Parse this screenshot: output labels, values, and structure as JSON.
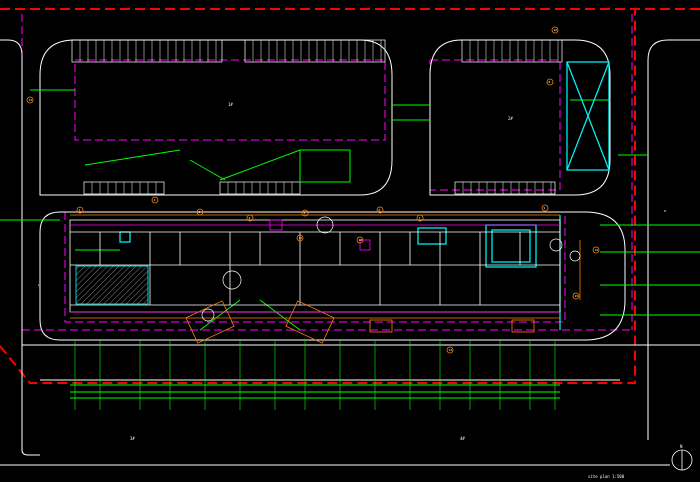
{
  "drawing": {
    "title": "site plan 1:500",
    "colors": {
      "background": "#000000",
      "outline": "#ffffff",
      "boundary": "#ff0000",
      "dashed_magenta": "#ff00ff",
      "green": "#00ff00",
      "cyan": "#00ffff",
      "orange": "#ff8000",
      "grey": "#808080"
    },
    "lot_labels": [
      "1#",
      "2#",
      "3#",
      "4#"
    ],
    "lot_hints": {
      "left": "L",
      "right": "R"
    },
    "column_tags": [
      "1",
      "2",
      "3",
      "4",
      "5",
      "6",
      "7",
      "8",
      "9",
      "10",
      "11",
      "12",
      "13",
      "14",
      "15",
      "16"
    ],
    "north_arrow": "N"
  }
}
